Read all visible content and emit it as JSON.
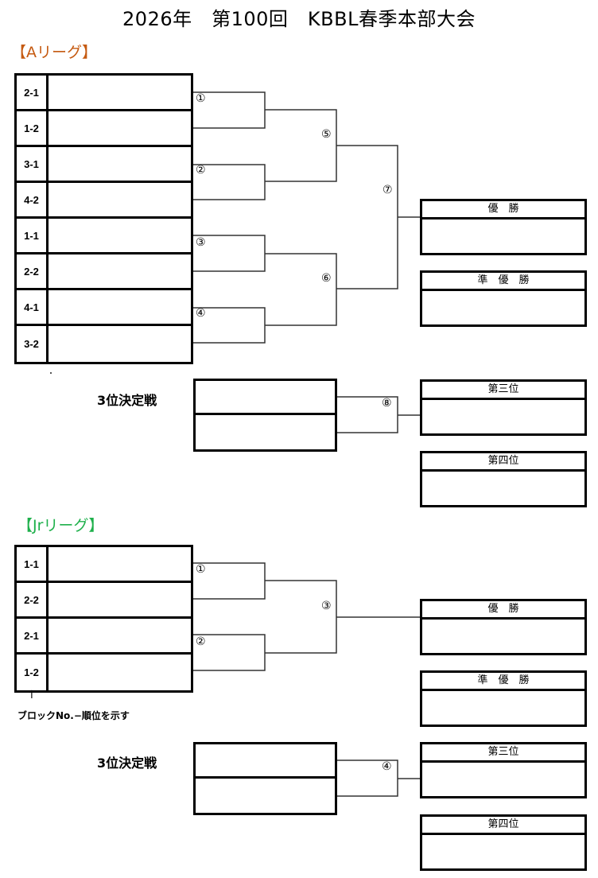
{
  "title": "2026年　第100回　KBBL春季本部大会",
  "leagues": [
    {
      "name": "【Aリーグ】",
      "color": "#c55a11",
      "entries": [
        {
          "seed": "2-1",
          "team": ""
        },
        {
          "seed": "1-2",
          "team": ""
        },
        {
          "seed": "3-1",
          "team": ""
        },
        {
          "seed": "4-2",
          "team": ""
        },
        {
          "seed": "1-1",
          "team": ""
        },
        {
          "seed": "2-2",
          "team": ""
        },
        {
          "seed": "4-1",
          "team": ""
        },
        {
          "seed": "3-2",
          "team": ""
        }
      ],
      "match_numbers": [
        "①",
        "②",
        "③",
        "④",
        "⑤",
        "⑥",
        "⑦",
        "⑧"
      ],
      "third_place_label": "3位決定戦",
      "results": {
        "champion": "優　勝",
        "runner_up": "準　優　勝",
        "third": "第三位",
        "fourth": "第四位"
      }
    },
    {
      "name": "【Jrリーグ】",
      "color": "#1eb04b",
      "entries": [
        {
          "seed": "1-1",
          "team": ""
        },
        {
          "seed": "2-2",
          "team": ""
        },
        {
          "seed": "2-1",
          "team": ""
        },
        {
          "seed": "1-2",
          "team": ""
        }
      ],
      "match_numbers": [
        "①",
        "②",
        "③",
        "④"
      ],
      "third_place_label": "3位決定戦",
      "results": {
        "champion": "優　勝",
        "runner_up": "準　優　勝",
        "third": "第三位",
        "fourth": "第四位"
      }
    }
  ],
  "note": {
    "arrow": "↑",
    "text": "ブロックNo.−順位を示す"
  }
}
